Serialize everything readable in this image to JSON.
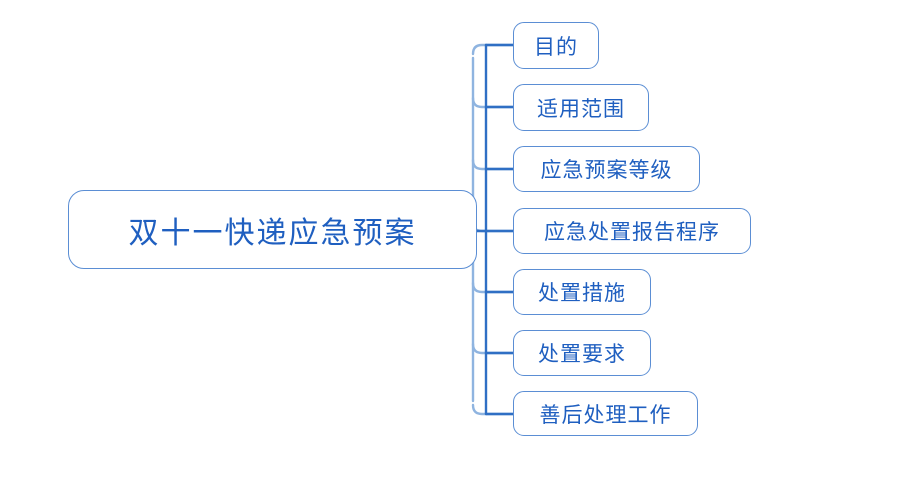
{
  "diagram": {
    "type": "mind-map",
    "orientation": "left-to-right",
    "background_color": "#ffffff",
    "node_border_color": "#5b8ed4",
    "node_text_color": "#1f5fc0",
    "connector_light_color": "#8fb4e0",
    "connector_dark_color": "#2f6fc4",
    "root": {
      "label": "双十一快递应急预案"
    },
    "children": [
      {
        "label": "目的"
      },
      {
        "label": "适用范围"
      },
      {
        "label": "应急预案等级"
      },
      {
        "label": "应急处置报告程序"
      },
      {
        "label": "处置措施"
      },
      {
        "label": "处置要求"
      },
      {
        "label": "善后处理工作"
      }
    ]
  }
}
